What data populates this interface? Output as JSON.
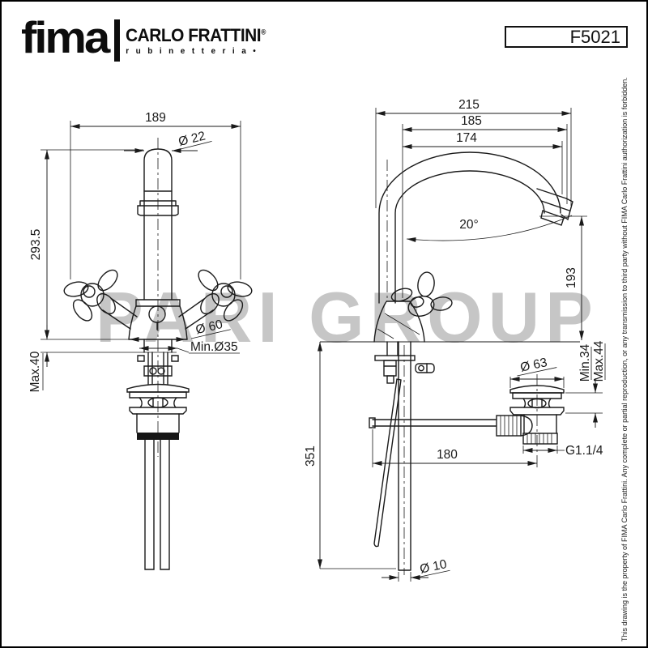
{
  "header": {
    "logo": {
      "brand": "fima",
      "name": "CARLO FRATTINI",
      "reg": "®",
      "tagline": "rubinetteria",
      "tagline_dot": "•"
    },
    "part_number": "F5021"
  },
  "watermark": "PARI GROUP",
  "disclaimer": "This drawing is the property of FIMA Carlo Frattini. Any complete or partial reproduction, or any transmission to third party without FIMA Carlo Frattini authorization is forbidden.",
  "front_view": {
    "dims": {
      "width": "189",
      "spout_diameter": "Ø 22",
      "height": "293.5",
      "base_diameter": "Ø 60",
      "min_hole": "Min.Ø35",
      "max_deck": "Max.40"
    }
  },
  "side_view": {
    "dims": {
      "reach_total": "215",
      "reach_mid": "185",
      "reach_inner": "174",
      "spout_angle": "20°",
      "spout_height": "193",
      "drain_flange_diameter": "Ø 63",
      "drain_min": "Min.34",
      "drain_max": "Max.44",
      "supply_length": "351",
      "rod_reach": "180",
      "thread": "G1.1/4",
      "pipe_diameter": "Ø 10"
    }
  }
}
